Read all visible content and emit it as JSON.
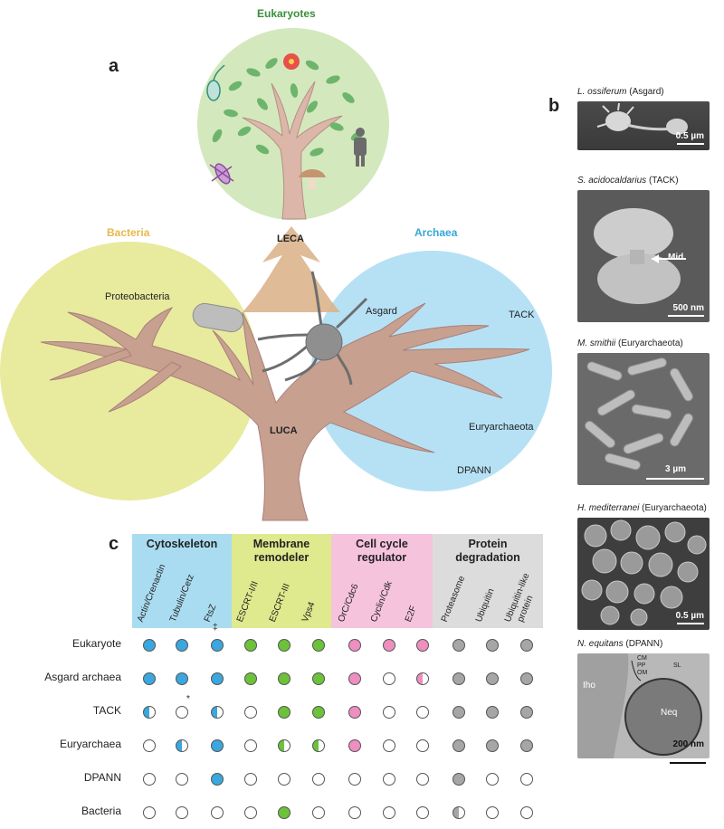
{
  "panel_a": {
    "letter": "a",
    "eukaryotes": "Eukaryotes",
    "bacteria": "Bacteria",
    "archaea": "Archaea",
    "leca": "LECA",
    "luca": "LUCA",
    "proteobacteria": "Proteobacteria",
    "asgard": "Asgard",
    "tack": "TACK",
    "euryarchaeota": "Euryarchaeota",
    "dpann": "DPANN",
    "colors": {
      "eukaryotes": "#3a8f3a",
      "bacteria": "#e8b84a",
      "archaea": "#35a7d6"
    }
  },
  "panel_b": {
    "letter": "b",
    "images": [
      {
        "species": "L. ossiferum",
        "group": "(Asgard)",
        "scale": "0.5 µm"
      },
      {
        "species": "S. acidocaldarius",
        "group": "(TACK)",
        "scale": "500 nm",
        "annotation": "Mid."
      },
      {
        "species": "M. smithii",
        "group": "(Euryarchaeota)",
        "scale": "3 µm"
      },
      {
        "species": "H. mediterranei",
        "group": "(Euryarchaeota)",
        "scale": "0.5 µm"
      },
      {
        "species": "N. equitans",
        "group": "(DPANN)",
        "scale": "200 nm",
        "labels": {
          "iho": "Iho",
          "neq": "Neq",
          "cm": "CM",
          "pp": "PP",
          "om": "OM",
          "sl": "SL"
        }
      }
    ]
  },
  "panel_c": {
    "letter": "c",
    "categories": [
      {
        "title1": "Cytoskeleton",
        "title2": "",
        "color": "#a9dcf1"
      },
      {
        "title1": "Membrane",
        "title2": "remodeler",
        "color": "#dfe98d"
      },
      {
        "title1": "Cell cycle",
        "title2": "regulator",
        "color": "#f6c3dd"
      },
      {
        "title1": "Protein",
        "title2": "degradation",
        "color": "#dcdcdc"
      }
    ],
    "columns": [
      "Actin/Crenactin",
      "Tubulin/Cetz",
      "FtsZ",
      "ESCRT-I/II",
      "ESCRT-III",
      "Vps4",
      "OrC/Cdc6",
      "Cyclin/Cdk",
      "E2F",
      "Proteasome",
      "Ubiquitin",
      "Ubiquitin-like",
      "protein"
    ],
    "rows": [
      "Eukaryote",
      "Asgard archaea",
      "TACK",
      "Euryarchaea",
      "DPANN",
      "Bacteria"
    ],
    "marks": {
      "ftsz_eukaryote": "‡",
      "tubulin_tack": "*"
    },
    "fill_colors": [
      "#3aa7de",
      "#6cc23a",
      "#ee8fbf",
      "#a6a6a6"
    ],
    "states": [
      [
        "full",
        "full",
        "full",
        "full",
        "full",
        "full",
        "full",
        "full",
        "full",
        "full",
        "full",
        "full"
      ],
      [
        "full",
        "full",
        "full",
        "full",
        "full",
        "full",
        "full",
        "empty",
        "half",
        "full",
        "full",
        "full"
      ],
      [
        "half",
        "empty",
        "half",
        "empty",
        "full",
        "full",
        "full",
        "empty",
        "empty",
        "full",
        "full",
        "full"
      ],
      [
        "empty",
        "half",
        "full",
        "empty",
        "half",
        "half",
        "full",
        "empty",
        "empty",
        "full",
        "full",
        "full"
      ],
      [
        "empty",
        "empty",
        "full",
        "empty",
        "empty",
        "empty",
        "empty",
        "empty",
        "empty",
        "full",
        "empty",
        "empty"
      ],
      [
        "empty",
        "empty",
        "empty",
        "empty",
        "full",
        "empty",
        "empty",
        "empty",
        "empty",
        "half",
        "empty",
        "empty"
      ]
    ]
  }
}
